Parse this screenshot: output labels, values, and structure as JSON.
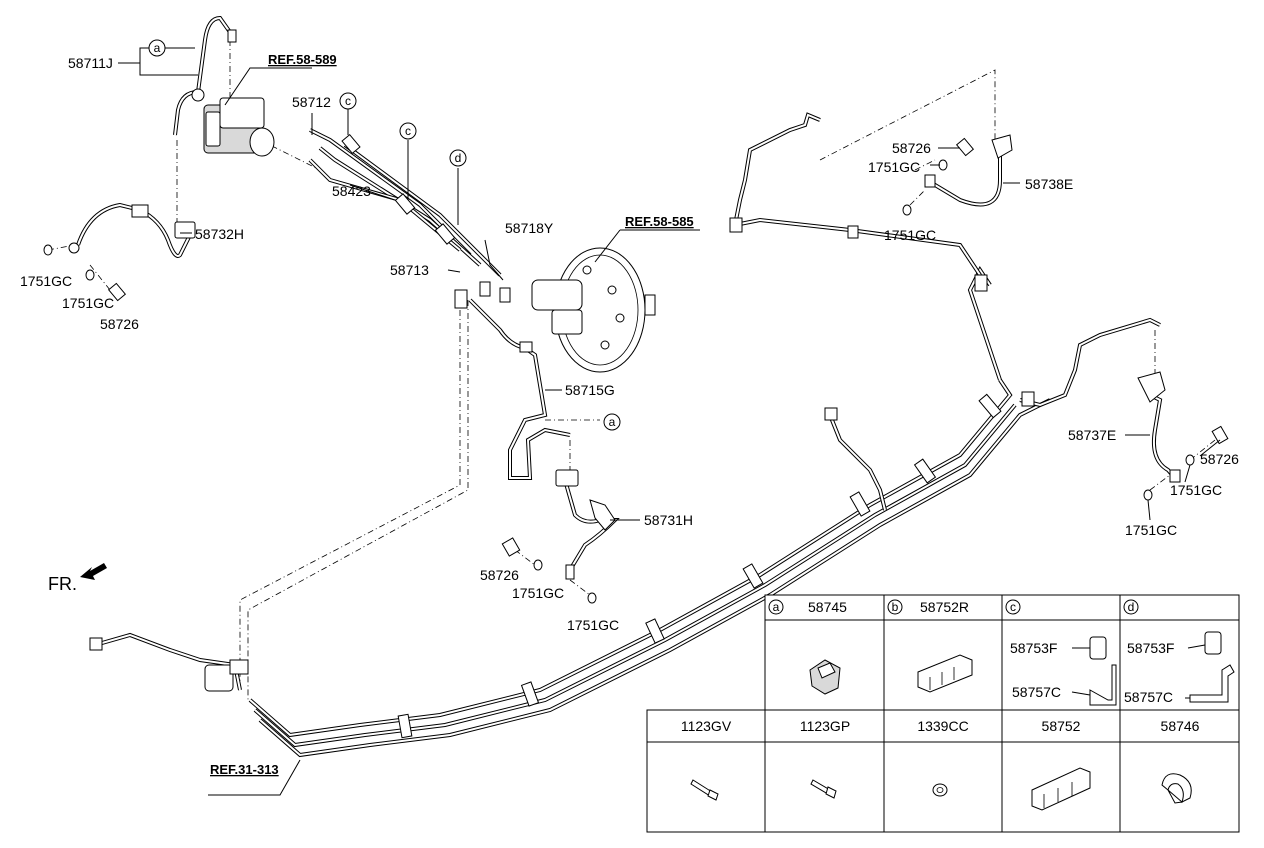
{
  "labels": {
    "l58711J": "58711J",
    "lREF1": "REF.58-589",
    "l58712": "58712",
    "l58423": "58423",
    "l58732H": "58732H",
    "l1751GC_a": "1751GC",
    "l1751GC_b": "1751GC",
    "l58726_a": "58726",
    "l58718Y": "58718Y",
    "lREF2": "REF.58-585",
    "l58713": "58713",
    "l58715G": "58715G",
    "l58731H": "58731H",
    "l58726_b": "58726",
    "l1751GC_c": "1751GC",
    "l1751GC_d": "1751GC",
    "l58726_c": "58726",
    "l1751GC_e": "1751GC",
    "l58738E": "58738E",
    "l1751GC_f": "1751GC",
    "l58737E": "58737E",
    "l58726_d": "58726",
    "l1751GC_g": "1751GC",
    "l1751GC_h": "1751GC",
    "lREF3": "REF.31-313",
    "fr": "FR."
  },
  "callouts": {
    "c1": "a",
    "c2": "c",
    "c3": "c",
    "c4": "d",
    "c5": "a"
  },
  "table": {
    "row1": [
      {
        "key": "a",
        "part": "58745"
      },
      {
        "key": "b",
        "part": "58752R"
      },
      {
        "key": "c",
        "part": ""
      },
      {
        "key": "d",
        "part": ""
      }
    ],
    "sub_c": [
      "58753F",
      "58757C"
    ],
    "sub_d": [
      "58753F",
      "58757C"
    ],
    "row2": [
      "1123GV",
      "1123GP",
      "1339CC",
      "58752",
      "58746"
    ]
  }
}
